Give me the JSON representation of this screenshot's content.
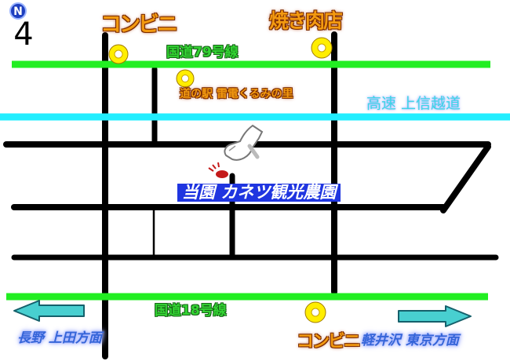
{
  "compass": {
    "letter": "N",
    "digit": "4"
  },
  "labels": {
    "konbini_top": "コンビニ",
    "yakiniku": "焼き肉店",
    "route79": "国道79号線",
    "michinoeki": "道の駅 雷電くるみの里",
    "expressway": "高速 上信越道",
    "farm": "当園 カネツ観光農園",
    "route18": "国道18号線",
    "konbini_bottom": "コンビニ",
    "nagano": "長野 上田方面",
    "karuizawa": "軽井沢 東京方面"
  },
  "colors": {
    "road": "#000000",
    "national_road": "#22ee22",
    "expressway": "#22eeff",
    "marker": "#ffee00",
    "arrow": "#48cfd0",
    "farm_bg": "#1f35e0"
  }
}
